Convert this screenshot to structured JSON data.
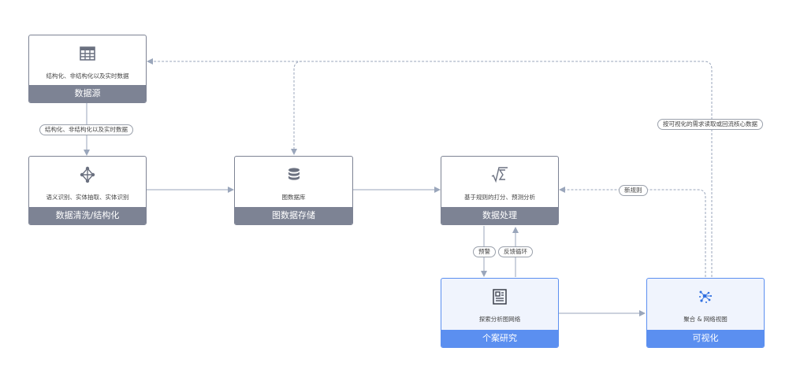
{
  "nodes": {
    "data_source": {
      "title": "数据源",
      "desc": "结构化、非结构化以及实时数据",
      "icon": "table-icon"
    },
    "cleaning": {
      "title": "数据清洗/结构化",
      "desc": "语义识别、实体抽取、实体识别",
      "icon": "network-graph-icon"
    },
    "storage": {
      "title": "图数据存储",
      "desc": "图数据库",
      "icon": "database-icon"
    },
    "processing": {
      "title": "数据处理",
      "desc": "基于规则的打分、预测分析",
      "icon": "sqrt-sigma-icon"
    },
    "case_study": {
      "title": "个案研究",
      "desc": "探索分析图网络",
      "icon": "newspaper-icon"
    },
    "visualization": {
      "title": "可视化",
      "desc": "聚合 & 网络视图",
      "icon": "scatter-cluster-icon"
    }
  },
  "edge_labels": {
    "source_to_cleaning": "结构化、非结构化以及实时数据",
    "on_demand_read": "按可视化的需求读取或回流核心数据",
    "new_rules": "新规则",
    "warning": "预警",
    "feedback_loop": "反馈循环"
  },
  "colors": {
    "gray_header": "#7d8394",
    "blue_header": "#5b8ff0",
    "line": "#9aa6bb",
    "blue_fill": "#f0f4fd"
  }
}
